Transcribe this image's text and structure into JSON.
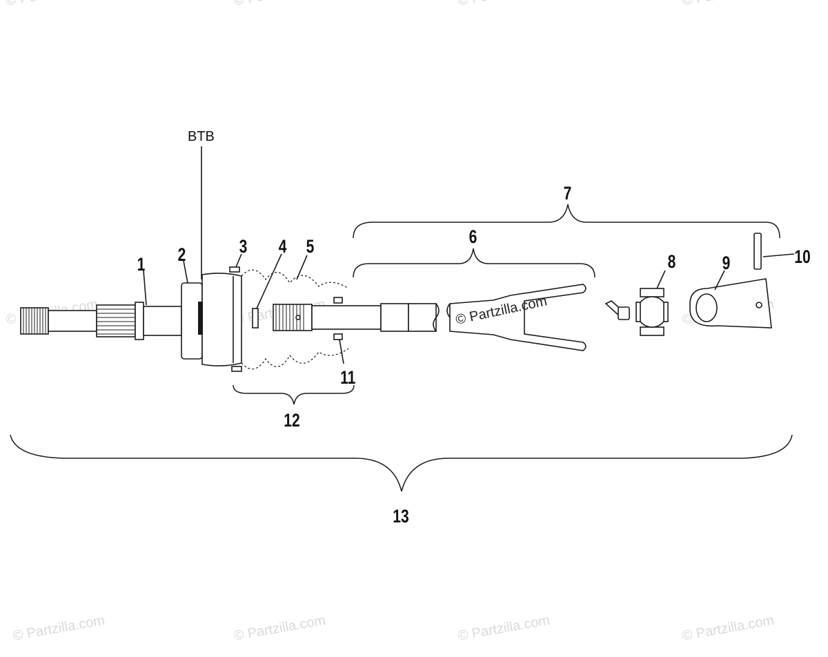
{
  "watermark": "© Partzilla.com",
  "note_label": "BTB",
  "callouts": {
    "c1": "1",
    "c2": "2",
    "c3": "3",
    "c4": "4",
    "c5": "5",
    "c6": "6",
    "c7": "7",
    "c8": "8",
    "c9": "9",
    "c10": "10",
    "c11": "11",
    "c12": "12",
    "c13": "13"
  }
}
